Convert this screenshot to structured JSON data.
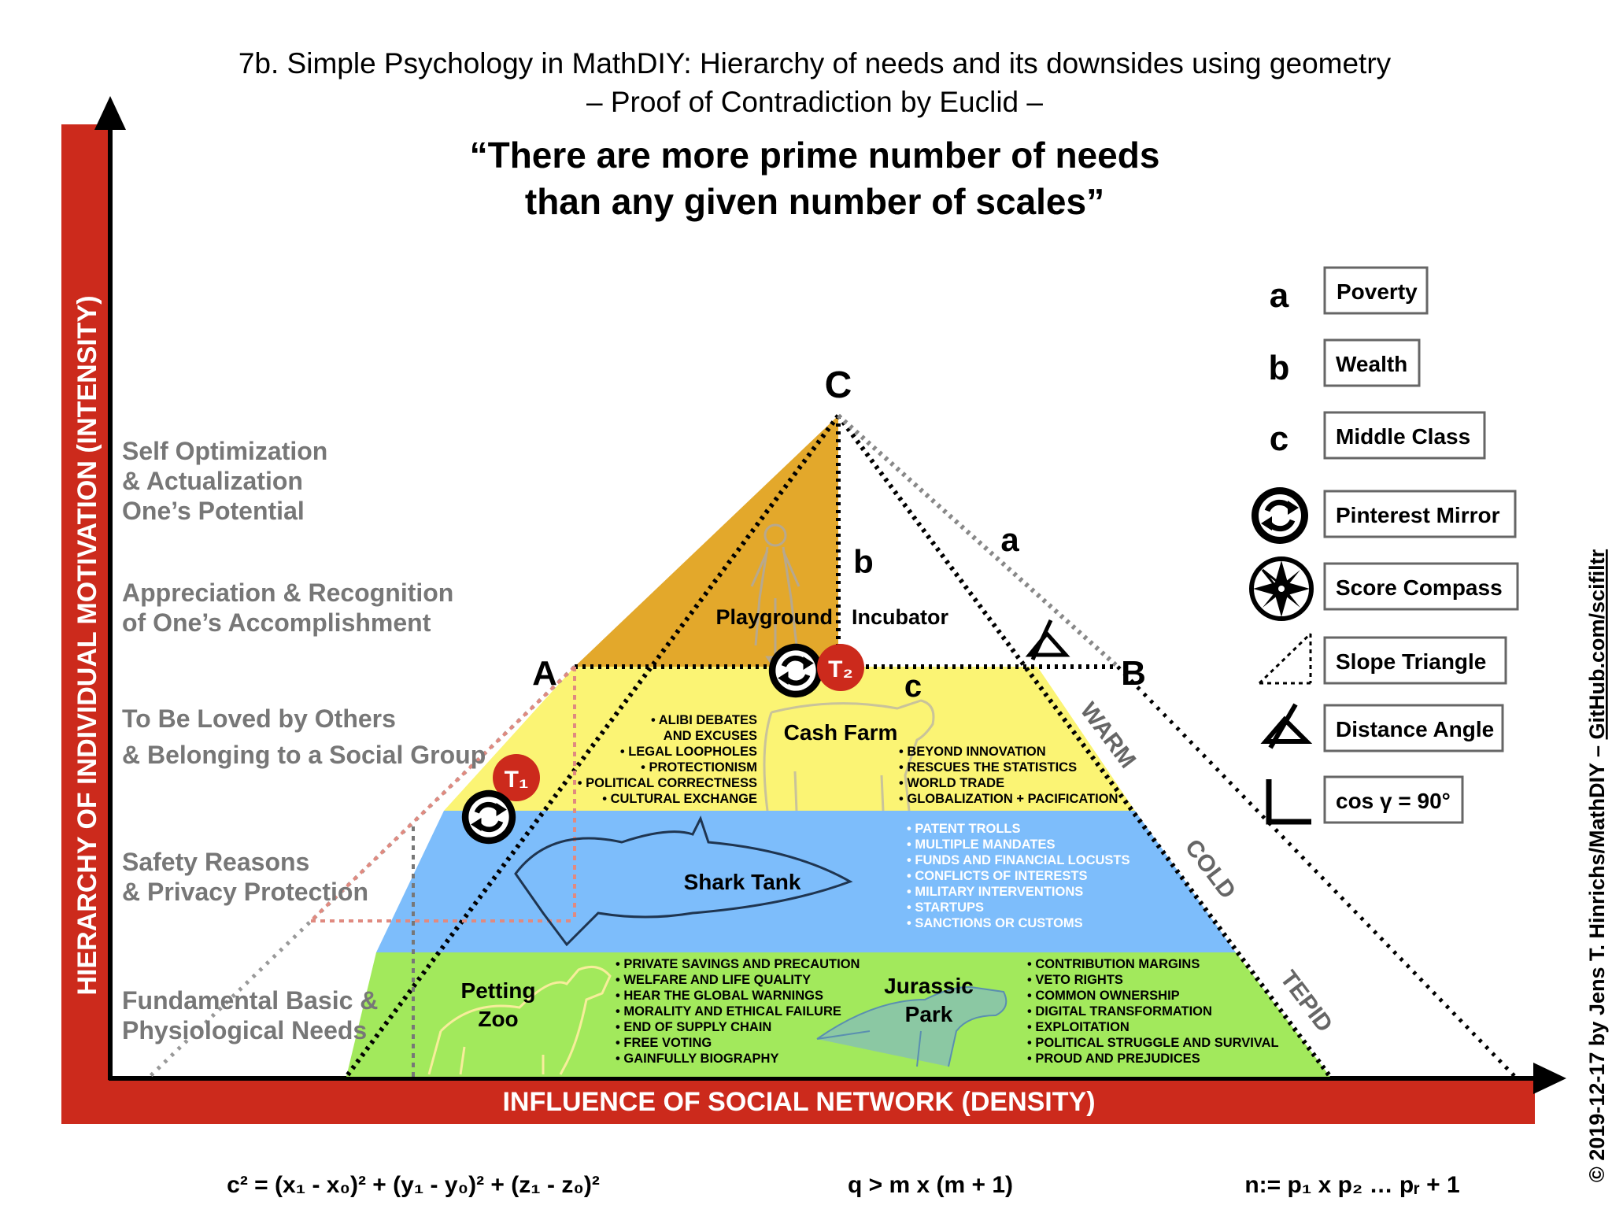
{
  "header": {
    "title_line1": "7b. Simple Psychology in MathDIY: Hierarchy of needs and its downsides using geometry",
    "title_line2": "– Proof of Contradiction by Euclid –",
    "quote_line1": "“There are more prime number of needs",
    "quote_line2": "than any given number of scales”"
  },
  "axes": {
    "y_label": "HIERARCHY OF INDIVIDUAL MOTIVATION (INTENSITY)",
    "x_label": "INFLUENCE OF SOCIAL NETWORK (DENSITY)"
  },
  "levels": [
    {
      "line1": "Self Optimization",
      "line2": "& Actualization",
      "line3": "One’s Potential"
    },
    {
      "line1": "Appreciation & Recognition",
      "line2": "of One’s Accomplishment"
    },
    {
      "line1": "To Be Loved by Others",
      "line2": "& Belonging to a Social Group"
    },
    {
      "line1": "Safety Reasons",
      "line2": "& Privacy Protection"
    },
    {
      "line1": "Fundamental Basic &",
      "line2": "Physiological Needs"
    }
  ],
  "vertices": {
    "A": "A",
    "B": "B",
    "C": "C"
  },
  "sides": {
    "a": "a",
    "b": "b",
    "c": "c"
  },
  "badges": {
    "t1": "T₁",
    "t2": "T₂"
  },
  "zones": {
    "playground": "Playground",
    "incubator": "Incubator",
    "cash_farm": "Cash Farm",
    "shark_tank": "Shark Tank",
    "petting_zoo_line1": "Petting",
    "petting_zoo_line2": "Zoo",
    "jurassic_park_line1": "Jurassic",
    "jurassic_park_line2": "Park"
  },
  "lists": {
    "cash_left": [
      "• ALIBI DEBATES",
      "AND EXCUSES",
      "• LEGAL LOOPHOLES",
      "• PROTECTIONISM",
      "• POLITICAL CORRECTNESS",
      "• CULTURAL EXCHANGE"
    ],
    "cash_right": [
      "• BEYOND INNOVATION",
      "• RESCUES THE STATISTICS",
      "• WORLD TRADE",
      "• GLOBALIZATION + PACIFICATION"
    ],
    "shark": [
      "• PATENT TROLLS",
      "• MULTIPLE MANDATES",
      "• FUNDS AND FINANCIAL LOCUSTS",
      "• CONFLICTS OF INTERESTS",
      "• MILITARY INTERVENTIONS",
      "• STARTUPS",
      "• SANCTIONS OR CUSTOMS"
    ],
    "zoo": [
      "• PRIVATE SAVINGS AND PRECAUTION",
      "• WELFARE AND LIFE QUALITY",
      "• HEAR THE GLOBAL WARNINGS",
      "• MORALITY AND ETHICAL FAILURE",
      "• END OF SUPPLY CHAIN",
      "• FREE VOTING",
      "• GAINFULLY BIOGRAPHY"
    ],
    "jurassic": [
      "• CONTRIBUTION MARGINS",
      "• VETO RIGHTS",
      "• COMMON OWNERSHIP",
      "• DIGITAL TRANSFORMATION",
      "• EXPLOITATION",
      "• POLITICAL STRUGGLE AND SURVIVAL",
      "• PROUD AND PREJUDICES"
    ]
  },
  "temperature": {
    "warm": "WARM",
    "cold": "COLD",
    "tepid": "TEPID"
  },
  "legend": [
    {
      "key": "a",
      "label": "Poverty"
    },
    {
      "key": "b",
      "label": "Wealth"
    },
    {
      "key": "c",
      "label": "Middle Class"
    },
    {
      "icon": "pinterest-mirror-icon",
      "label": "Pinterest Mirror"
    },
    {
      "icon": "score-compass-icon",
      "label": "Score Compass"
    },
    {
      "icon": "slope-triangle-icon",
      "label": "Slope Triangle"
    },
    {
      "icon": "distance-angle-icon",
      "label": "Distance Angle"
    },
    {
      "icon": "right-angle-icon",
      "label": "cos γ = 90°"
    }
  ],
  "formulas": {
    "f1": "c² = (x₁ - x₀)² + (y₁ - y₀)² + (z₁ - z₀)²",
    "f2": "q > m x (m + 1)",
    "f3": "n:= p₁ x p₂ … pᵣ + 1"
  },
  "copyright": "© 2019-12-17 by Jens T. Hinrichs/MathDIY – ",
  "copyright_link": "GitHub.com/scifiltr",
  "colors": {
    "axis_red": "#cc2a1c",
    "playground": "#e3a82b",
    "cash_farm": "#fbf474",
    "shark_tank": "#7dbdfb",
    "petting_zoo": "#a2e95c",
    "badge_red": "#cc2a1c"
  }
}
